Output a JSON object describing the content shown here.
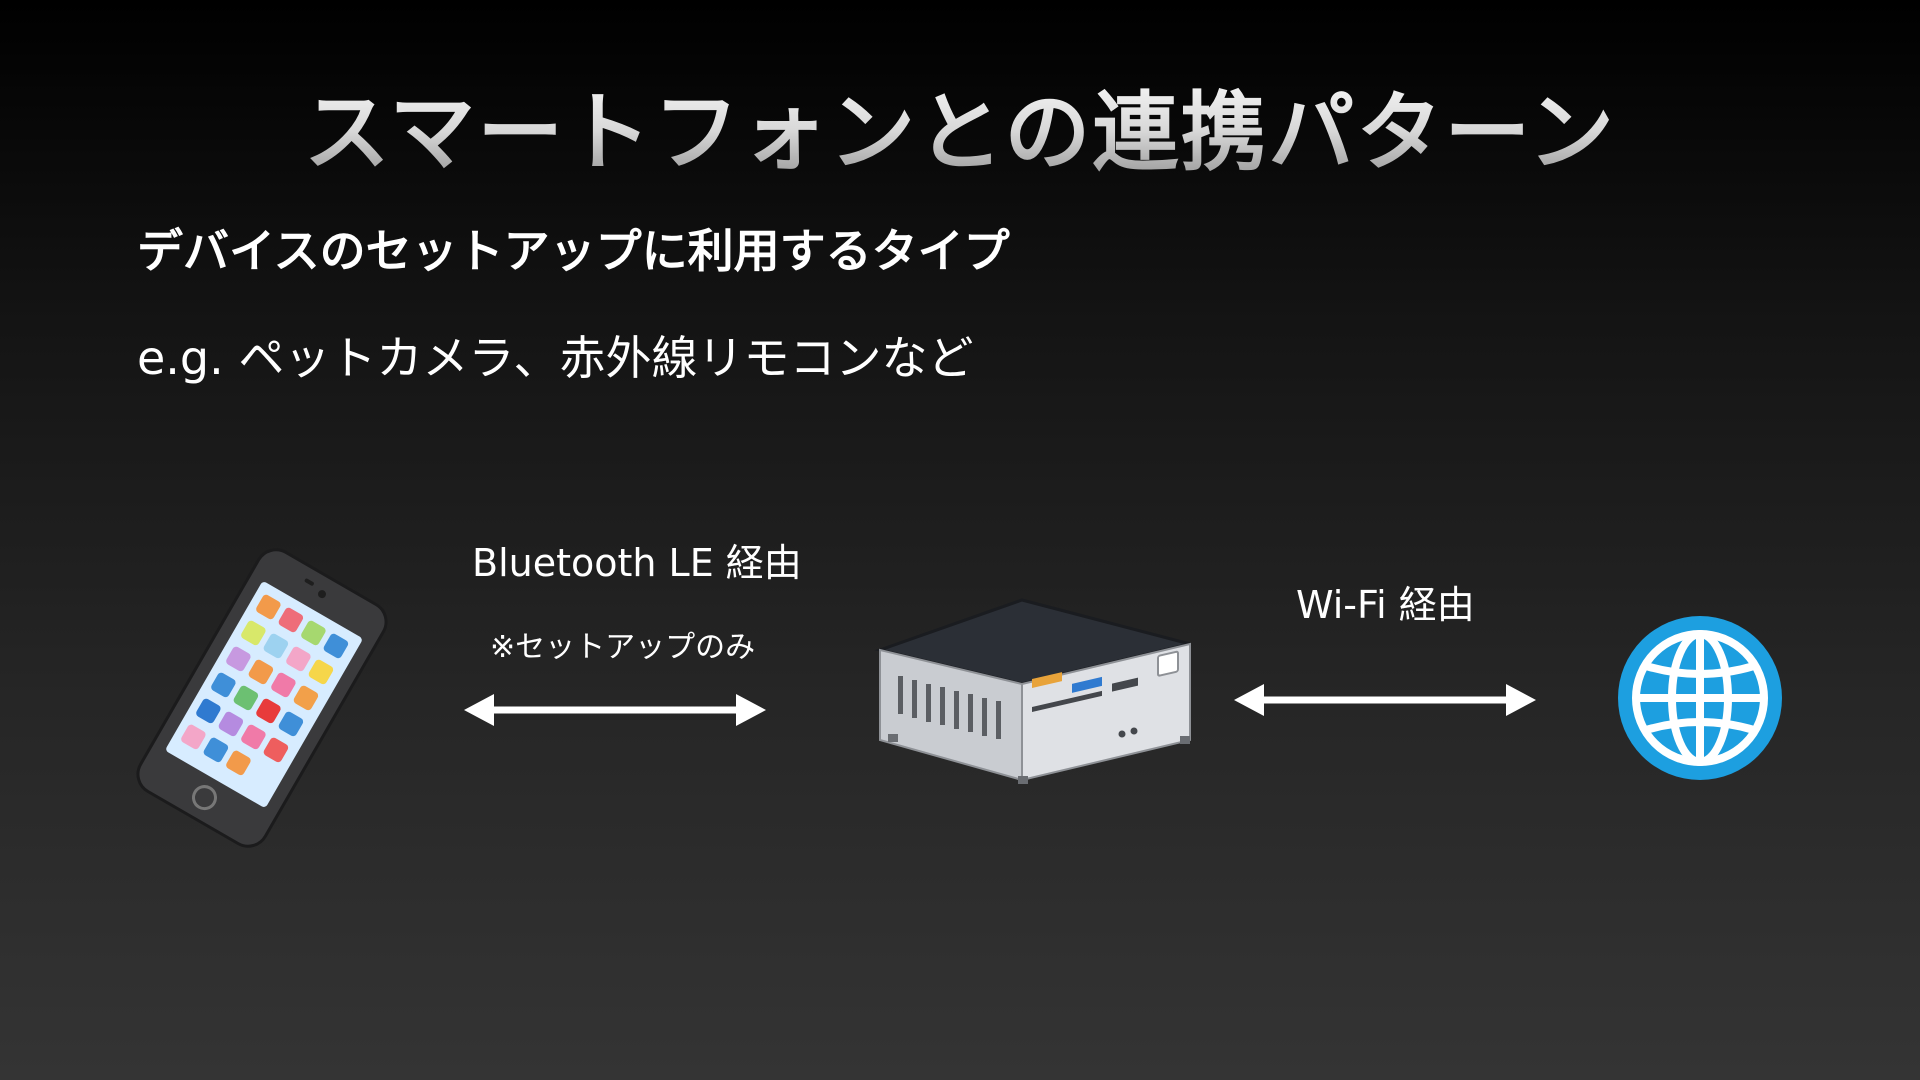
{
  "slide": {
    "title": "スマートフォンとの連携パターン",
    "subtitle": "デバイスのセットアップに利用するタイプ",
    "example": "e.g. ペットカメラ、赤外線リモコンなど"
  },
  "diagram": {
    "nodes": [
      {
        "id": "phone",
        "icon": "smartphone-icon"
      },
      {
        "id": "device",
        "icon": "mini-pc-icon"
      },
      {
        "id": "internet",
        "icon": "globe-icon"
      }
    ],
    "links": [
      {
        "from": "phone",
        "to": "device",
        "label": "Bluetooth LE 経由",
        "note": "※セットアップのみ",
        "direction": "both"
      },
      {
        "from": "device",
        "to": "internet",
        "label": "Wi-Fi 経由",
        "direction": "both"
      }
    ]
  },
  "colors": {
    "globe": "#1d9fe0",
    "arrow": "#ffffff",
    "phone_body": "#3a3a3c",
    "device_top": "#2b2f36",
    "device_body": "#c9ccd1"
  }
}
